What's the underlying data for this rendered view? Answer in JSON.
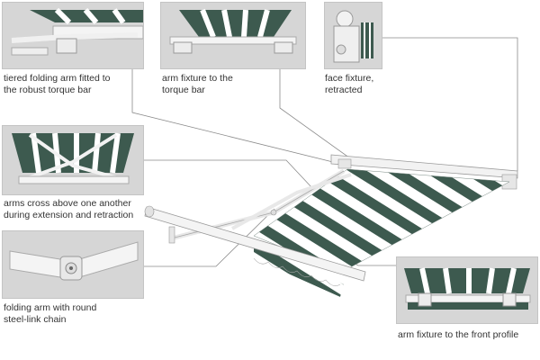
{
  "colors": {
    "stripe_dark": "#3d5a4f",
    "stripe_light": "#ffffff",
    "panel_background": "#d8d8d8",
    "leader_line": "#8a8a8a",
    "caption_text": "#333333"
  },
  "callouts": [
    {
      "id": "tiered-arm",
      "lines": [
        "tiered folding arm fitted to",
        "the robust torque bar"
      ]
    },
    {
      "id": "arm-fixture-torque-bar",
      "lines": [
        "arm fixture to the",
        "torque bar"
      ]
    },
    {
      "id": "face-fixture",
      "lines": [
        "face fixture,",
        "retracted"
      ]
    },
    {
      "id": "arms-cross",
      "lines": [
        "arms cross above one another",
        "during extension and retraction"
      ]
    },
    {
      "id": "folding-arm-chain",
      "lines": [
        "folding arm with round",
        "steel-link chain"
      ]
    },
    {
      "id": "arm-fixture-front-profile",
      "lines": [
        "arm fixture to the front profile"
      ]
    }
  ]
}
